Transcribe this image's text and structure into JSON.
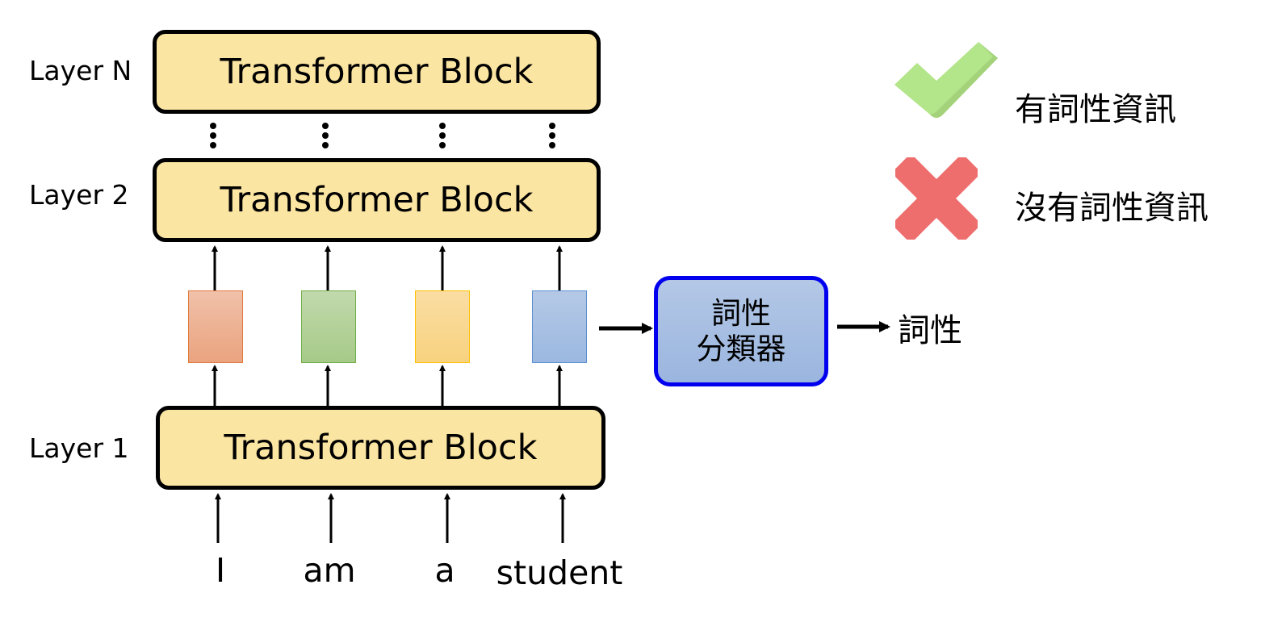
{
  "layers": [
    {
      "label": "Layer N",
      "block": "Transformer Block"
    },
    {
      "label": "Layer 2",
      "block": "Transformer Block"
    },
    {
      "label": "Layer 1",
      "block": "Transformer Block"
    }
  ],
  "tokens": [
    "I",
    "am",
    "a",
    "student"
  ],
  "vectors": [
    {
      "color": "orange",
      "fill": "#eaa37f",
      "border": "#e07a3f"
    },
    {
      "color": "green",
      "fill": "#a6ca88",
      "border": "#70ad47"
    },
    {
      "color": "yellow",
      "fill": "#f7d27f",
      "border": "#ffc000"
    },
    {
      "color": "blue",
      "fill": "#9bb8e0",
      "border": "#5b8fd0"
    }
  ],
  "classifier": {
    "line1": "詞性",
    "line2": "分類器",
    "border_color": "#0000ee"
  },
  "output_label": "詞性",
  "legend": [
    {
      "icon": "checkmark-icon",
      "color": "#b3e58a",
      "text": "有詞性資訊"
    },
    {
      "icon": "cross-icon",
      "color": "#ee6e6e",
      "text": "沒有詞性資訊"
    }
  ],
  "colors": {
    "block_fill": "#fbe5a2",
    "block_border": "#000000"
  }
}
